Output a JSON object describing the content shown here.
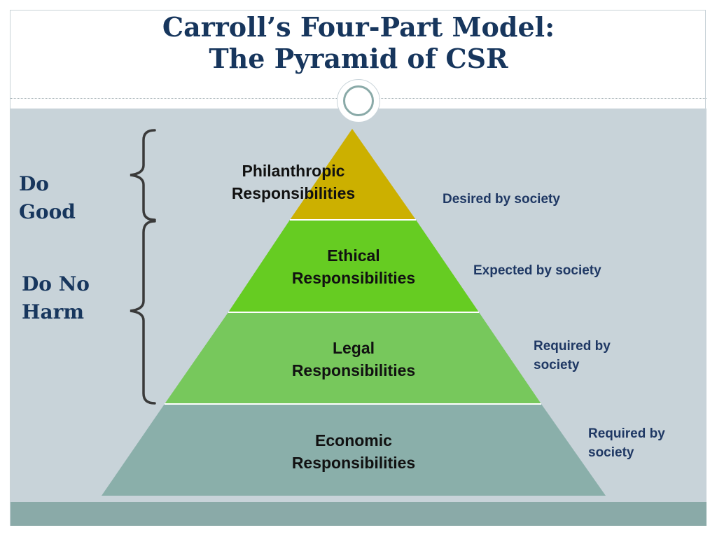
{
  "slide": {
    "title_line1": "Carroll’s Four-Part Model:",
    "title_line2": "The Pyramid of CSR"
  },
  "left_labels": {
    "do_good": "Do\nGood",
    "do_no_harm": "Do No\nHarm"
  },
  "pyramid": {
    "tiers": [
      {
        "line1": "Philanthropic",
        "line2": "Responsibilities",
        "note": "Desired by society",
        "color": "#ccb000"
      },
      {
        "line1": "Ethical",
        "line2": "Responsibilities",
        "note": "Expected by society",
        "color": "#66cc22"
      },
      {
        "line1": "Legal",
        "line2": "Responsibilities",
        "note": "Required by\nsociety",
        "color": "#77c85c"
      },
      {
        "line1": "Economic",
        "line2": "Responsibilities",
        "note": "Required by\nsociety",
        "color": "#8aafaa"
      }
    ]
  },
  "colors": {
    "title": "#17365d",
    "notes": "#1f3864",
    "content_background": "#c8d3d9",
    "bottom_band": "#8aaaa8",
    "bracket": "#3a3a3a"
  }
}
